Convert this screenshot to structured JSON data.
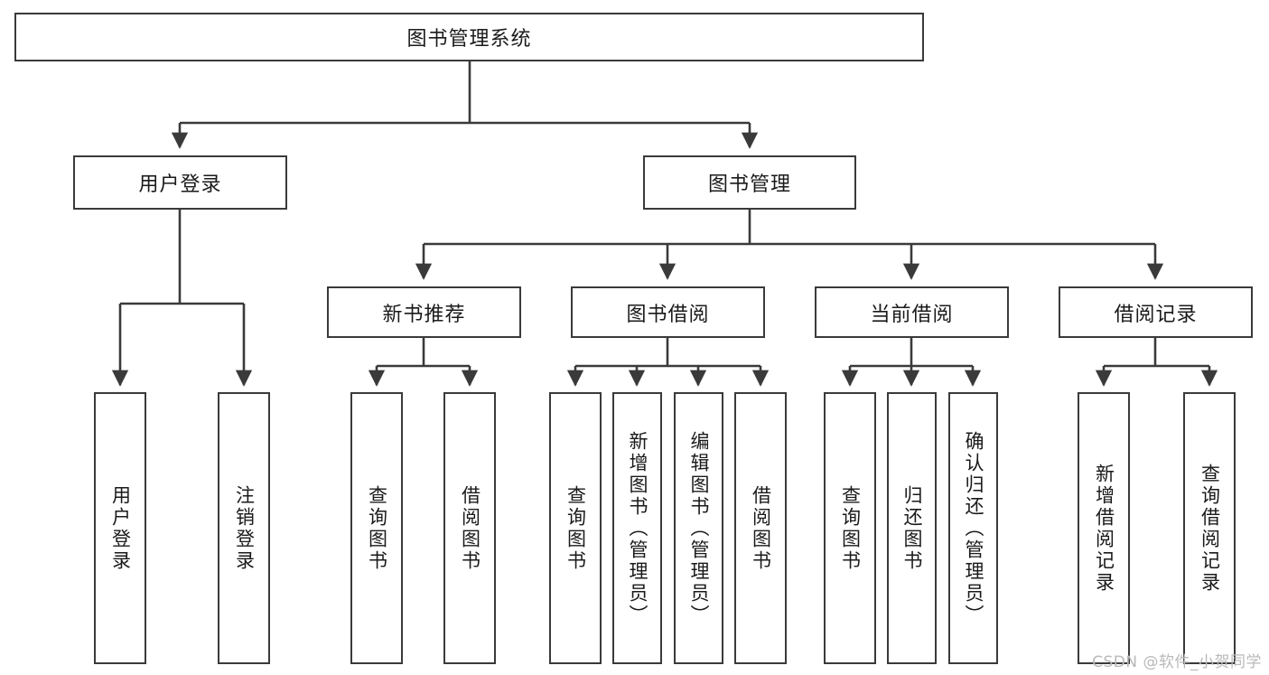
{
  "diagram": {
    "title": "图书管理系统",
    "watermark": "CSDN @软件_小贺同学",
    "colors": {
      "border": "#3a3a3a",
      "background": "#ffffff",
      "text": "#1a1a1a",
      "watermark": "#b9b9b9"
    },
    "root": {
      "label": "图书管理系统",
      "orientation": "horizontal"
    },
    "level2": [
      {
        "label": "用户登录",
        "orientation": "horizontal"
      },
      {
        "label": "图书管理",
        "orientation": "horizontal"
      }
    ],
    "level3": [
      {
        "label": "新书推荐",
        "orientation": "horizontal"
      },
      {
        "label": "图书借阅",
        "orientation": "horizontal"
      },
      {
        "label": "当前借阅",
        "orientation": "horizontal"
      },
      {
        "label": "借阅记录",
        "orientation": "horizontal"
      }
    ],
    "leaves": {
      "user_login": [
        {
          "label": "用户登录",
          "orientation": "vertical"
        },
        {
          "label": "注销登录",
          "orientation": "vertical"
        }
      ],
      "new_book_recommend": [
        {
          "label": "查询图书",
          "orientation": "vertical"
        },
        {
          "label": "借阅图书",
          "orientation": "vertical"
        }
      ],
      "book_borrow": [
        {
          "label": "查询图书",
          "orientation": "vertical"
        },
        {
          "label": "新增图书（管理员）",
          "orientation": "vertical"
        },
        {
          "label": "编辑图书（管理员）",
          "orientation": "vertical"
        },
        {
          "label": "借阅图书",
          "orientation": "vertical"
        }
      ],
      "current_borrow": [
        {
          "label": "查询图书",
          "orientation": "vertical"
        },
        {
          "label": "归还图书",
          "orientation": "vertical"
        },
        {
          "label": "确认归还（管理员）",
          "orientation": "vertical"
        }
      ],
      "borrow_record": [
        {
          "label": "新增借阅记录",
          "orientation": "vertical"
        },
        {
          "label": "查询借阅记录",
          "orientation": "vertical"
        }
      ]
    }
  }
}
